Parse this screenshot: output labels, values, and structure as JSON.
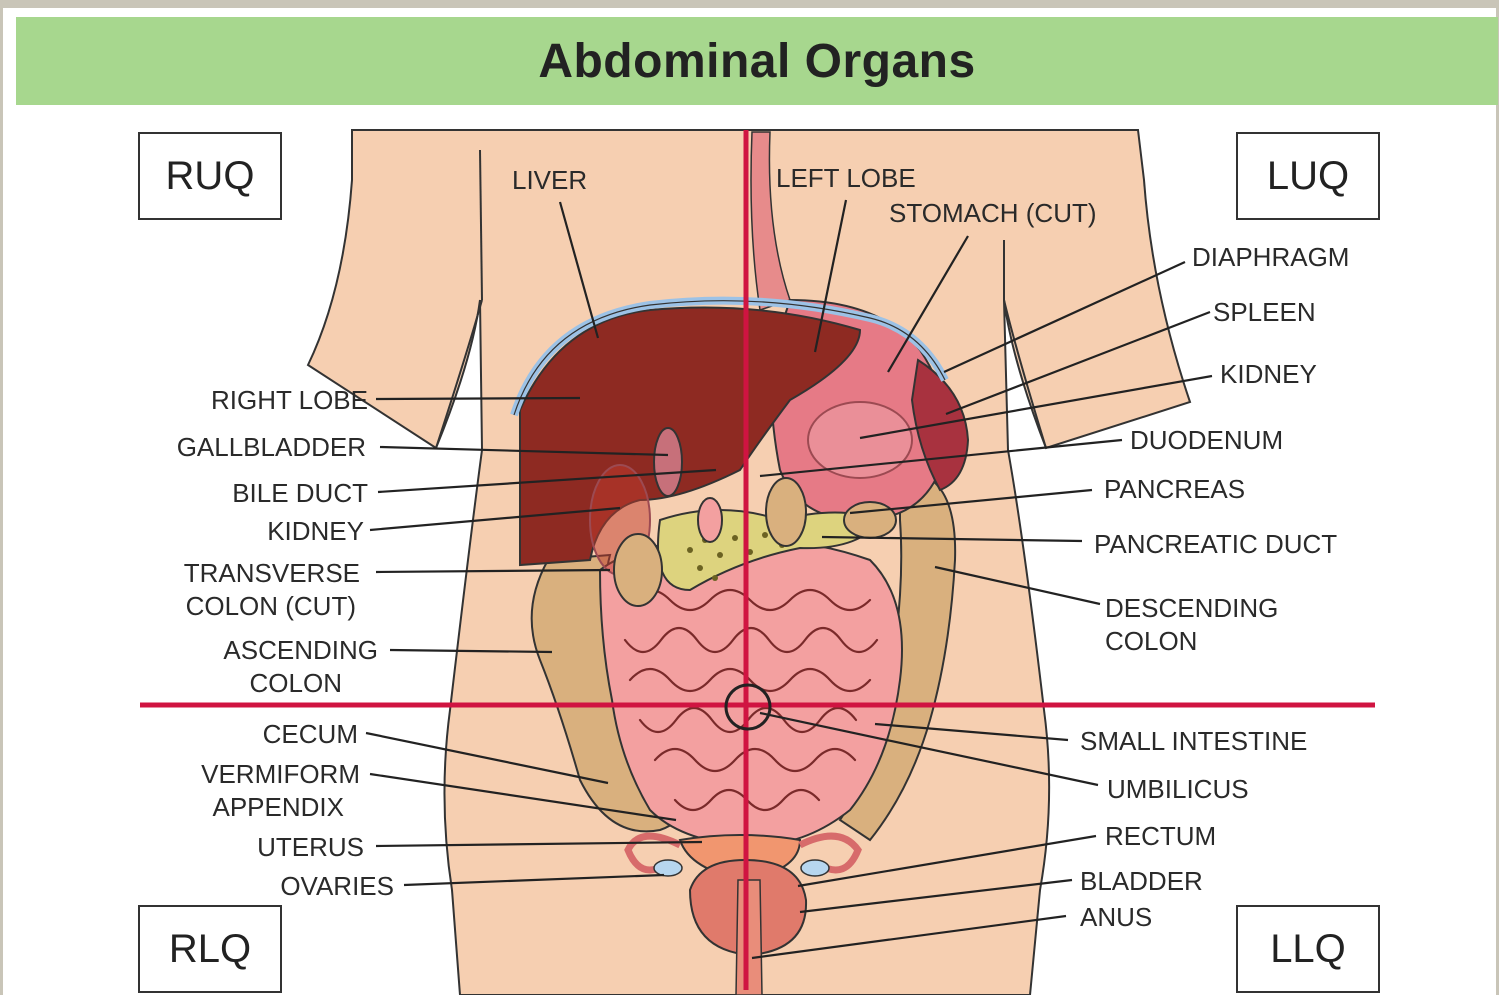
{
  "title": "Abdominal Organs",
  "quadrants": {
    "ruq": "RUQ",
    "luq": "LUQ",
    "rlq": "RLQ",
    "llq": "LLQ"
  },
  "labels": {
    "liver": "LIVER",
    "left_lobe": "LEFT LOBE",
    "stomach_cut": "STOMACH (CUT)",
    "diaphragm": "DIAPHRAGM",
    "spleen": "SPLEEN",
    "kidney_left": "KIDNEY",
    "duodenum": "DUODENUM",
    "pancreas": "PANCREAS",
    "pancreatic_duct": "PANCREATIC DUCT",
    "descending_colon_1": "DESCENDING",
    "descending_colon_2": "COLON",
    "small_intestine": "SMALL INTESTINE",
    "umbilicus": "UMBILICUS",
    "rectum": "RECTUM",
    "bladder": "BLADDER",
    "anus": "ANUS",
    "right_lobe": "RIGHT LOBE",
    "gallbladder": "GALLBLADDER",
    "bile_duct": "BILE DUCT",
    "kidney_right": "KIDNEY",
    "transverse_colon_1": "TRANSVERSE",
    "transverse_colon_2": "COLON (CUT)",
    "ascending_colon_1": "ASCENDING",
    "ascending_colon_2": "COLON",
    "cecum": "CECUM",
    "appendix_1": "VERMIFORM",
    "appendix_2": "APPENDIX",
    "uterus": "UTERUS",
    "ovaries": "OVARIES"
  },
  "colors": {
    "banner": "#a7d78e",
    "skin": "#f6cfb1",
    "liver": "#8e2a22",
    "quadrant_lines": "#d01441",
    "colon": "#d9b07e",
    "intestine": "#f3a0a0"
  }
}
